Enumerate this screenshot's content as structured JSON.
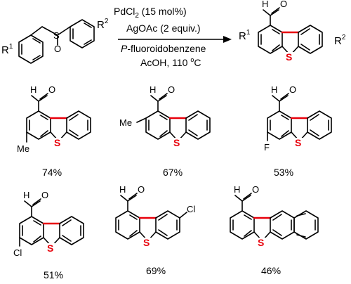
{
  "reaction": {
    "reagent_line1": "PdCl",
    "reagent_line1_sub": "2",
    "reagent_line1_rest": " (15 mol%)",
    "reagent_line2": "AgOAc (2 equiv.)",
    "solvent_italic": "P",
    "solvent_rest": "-fluoroidobenzene",
    "conditions": "AcOH, 110 ",
    "conditions_sup": "o",
    "conditions_unit": "C"
  },
  "labels": {
    "r1": "R",
    "r1_sup": "1",
    "r2": "R",
    "r2_sup": "2",
    "s": "S",
    "o": "O",
    "h": "H",
    "me": "Me",
    "f": "F",
    "cl": "Cl"
  },
  "yields": {
    "p1": "74%",
    "p2": "67%",
    "p3": "53%",
    "p4": "51%",
    "p5": "69%",
    "p6": "46%"
  }
}
